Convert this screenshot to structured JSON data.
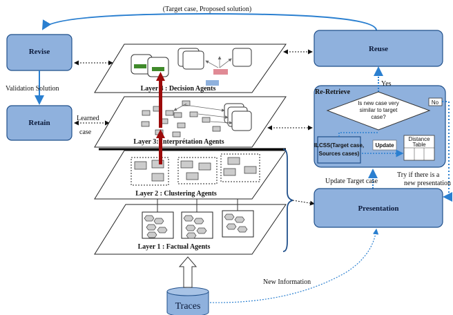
{
  "top_arrow_label": "(Target case, Proposed solution)",
  "boxes": {
    "revise": "Revise",
    "retain": "Retain",
    "reuse": "Reuse",
    "presentation": "Presentation",
    "traces": "Traces"
  },
  "validation_solution": "Validation Solution",
  "learned_case": [
    "Learned",
    "case"
  ],
  "layers": {
    "layer4": "Layer 4 : Decision Agents",
    "layer3": "Layer 3: Interprétation Agents",
    "layer2": "Layer 2 : Clustering Agents",
    "layer1": "Layer 1 : Factual Agents"
  },
  "retrieve": {
    "title": "Re-Retrieve",
    "question": [
      "Is new case very",
      "similar to target",
      "case?"
    ],
    "yes": "Yes",
    "no": "No",
    "update": "Update",
    "ilcss": [
      "ILCSS(Target case,",
      "Sources cases)"
    ],
    "distance_table": [
      "Distance",
      "Table"
    ]
  },
  "update_target_case": "Update Target case",
  "try_new_presentation": [
    "Try if there is a",
    "new presentation"
  ],
  "new_information": "New Information",
  "colors": {
    "box_fill": "#8fb1dd",
    "box_stroke": "#1f4f8a",
    "accent_red": "#9c0b0b",
    "arrow_blue": "#2a7fd0"
  }
}
